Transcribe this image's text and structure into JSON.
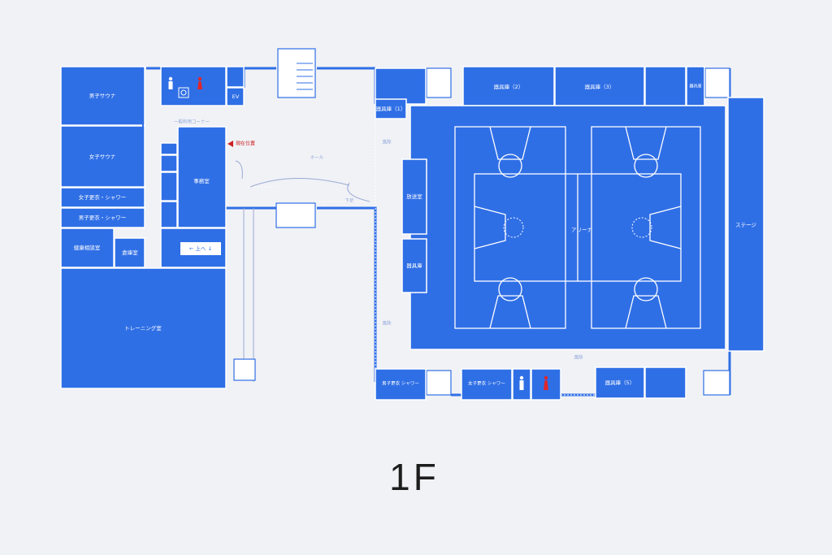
{
  "floor_label": "1F",
  "colors": {
    "background": "#f1f2f6",
    "room_fill": "#2f6fe6",
    "room_text": "#ffffff",
    "line": "#ffffff",
    "wall": "#2f6fe6",
    "accent_red": "#e0262a",
    "annotation_red": "#cc2222",
    "small_text": "#8ea6da"
  },
  "rooms": {
    "mens_sauna": "男子サウナ",
    "womens_sauna": "女子サウナ",
    "womens_changing_shower": "女子更衣・シャワー",
    "mens_changing_shower": "男子更衣・シャワー",
    "health_consult": "健康相談室",
    "storage_small": "倉庫室",
    "training_room": "トレーニング室",
    "office": "事務室",
    "ev": "EV",
    "equipment_1": "器具庫（1）",
    "equipment_2": "器具庫（2）",
    "equipment_3": "器具庫（3）",
    "equipment_4": "器具庫",
    "equipment_5": "器具庫（5）",
    "arena": "アリーナ",
    "stage": "ステージ",
    "side_room_1": "放送室",
    "side_room_2": "器具庫",
    "mens_changing_bottom": "男子更衣\nシャワー",
    "womens_changing_bottom": "女子更衣\nシャワー"
  },
  "labels": {
    "general_corner": "一般利用コーナー",
    "current_location": "現在位置",
    "hall": "ホール",
    "shoes": "下足",
    "info_sign": "← 上へ ↓",
    "wind_1": "風除",
    "wind_2": "風除",
    "wind_3": "風除"
  },
  "icons": {
    "male": "male-restroom-icon",
    "female": "female-restroom-icon",
    "accessible": "accessible-restroom-icon",
    "arrow": "red-arrow-icon",
    "stairs": "stairs-icon"
  }
}
